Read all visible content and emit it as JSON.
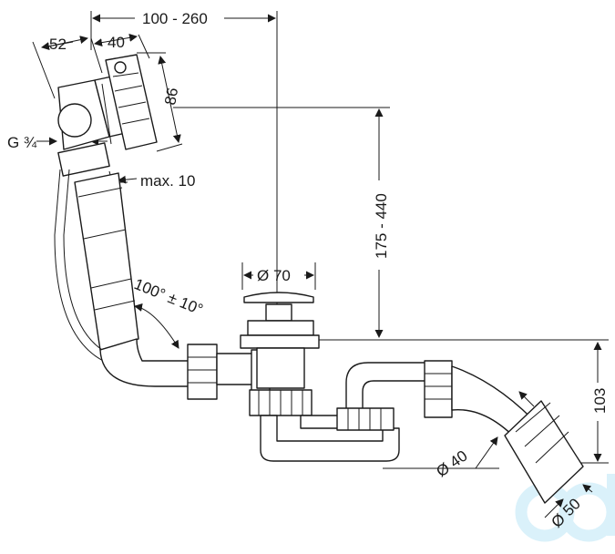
{
  "labels": {
    "dim_100_260": "100 - 260",
    "dim_52": "52",
    "dim_40": "40",
    "dim_86": "86",
    "thread": "G ¾",
    "max10": "max. 10",
    "dim_175_440": "175 - 440",
    "dia_70": "Ø 70",
    "angle": "100° ± 10°",
    "dim_103": "103",
    "dia_40": "Ø 40",
    "dia_50": "Ø 50"
  },
  "watermark": {
    "text": "cd",
    "color": "#d6f0fa"
  },
  "colors": {
    "line": "#1a1a1a",
    "fill": "#ffffff"
  }
}
